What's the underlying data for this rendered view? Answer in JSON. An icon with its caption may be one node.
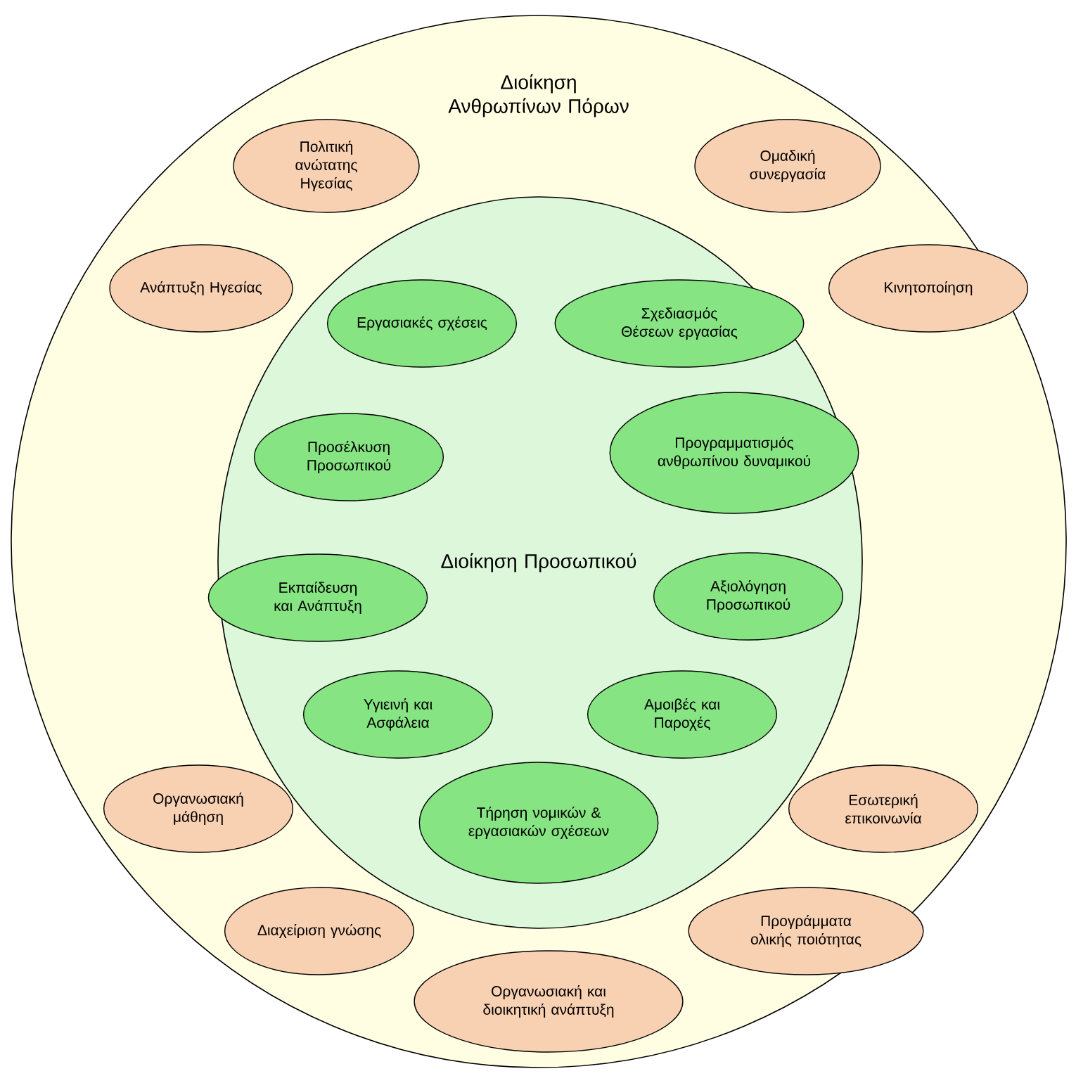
{
  "diagram": {
    "nodes": [
      {
        "text": [
          "Διοίκηση Ανθρωπίνων Πόρων"
        ]
      },
      {
        "text": [
          "Πολιτική ανώτατης Ηγεσίας"
        ],
        "in": 0
      },
      {
        "text": [
          "Ομαδική συνεργασία"
        ],
        "in": 0
      },
      {
        "text": [
          "Ανάπτυξη Ηγεσίας"
        ],
        "in": 0
      },
      {
        "text": [
          "Κινητοποίηση"
        ],
        "in": 0
      },
      {
        "text": [
          "Διοίκηση Προσωπικού"
        ],
        "in": 0
      },
      {
        "text": [
          "Εργασιακές σχέσεις"
        ],
        "in": 5
      },
      {
        "text": [
          "Σχεδιασμός Θέσεων εργασίας"
        ],
        "in": 5
      },
      {
        "text": [
          "Προσέλκυση Προσωπικού"
        ],
        "in": 5
      },
      {
        "text": [
          "Προγραμματισμός ανθρωπίνου δυναμικού"
        ],
        "in": 5
      },
      {
        "text": [
          "Εκπαίδευση και Ανάπτυξη"
        ],
        "in": 5
      },
      {
        "text": [
          "Αξιολόγηση Προσωπικού"
        ],
        "in": 5
      },
      {
        "text": [
          "Υγιεινή και Ασφάλεια"
        ],
        "in": 5
      },
      {
        "text": [
          "Αμοιβές και Παροχές"
        ],
        "in": 5
      },
      {
        "text": [
          "Τήρηση νομικών & εργασιακών σχέσεων"
        ],
        "in": 5
      },
      {
        "text": [
          "Οργανωσιακή μάθηση"
        ],
        "in": 0
      },
      {
        "text": [
          "Εσωτερική επικοινωνία"
        ],
        "in": 0
      },
      {
        "text": [
          "Διαχείριση γνώσης"
        ],
        "in": 0
      },
      {
        "text": [
          "Προγράμματα ολικής ποιότητας"
        ],
        "in": 0
      },
      {
        "text": [
          "Οργανωσιακή και διοικητική ανάπτυξη"
        ],
        "in": 0
      }
    ]
  }
}
